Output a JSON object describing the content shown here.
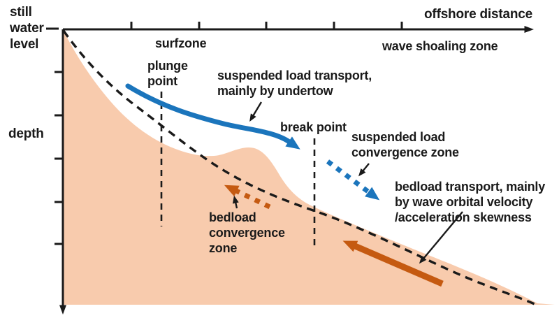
{
  "colors": {
    "sand": "#F8CBAD",
    "blue": "#1B75BC",
    "orange": "#C55A11",
    "ink": "#1A1A1A"
  },
  "axis": {
    "x_label": "offshore distance",
    "y_axis_top_label": "still\nwater\nlevel",
    "y_label": "depth"
  },
  "zones": {
    "surfzone": "surfzone",
    "shoaling": "wave shoaling zone"
  },
  "points": {
    "plunge": "plunge\npoint",
    "break_point": "break point"
  },
  "annotations": {
    "suspended_transport": "suspended load transport,\nmainly by undertow",
    "suspended_convergence": "suspended load\nconvergence zone",
    "bedload_transport": "bedload transport, mainly\nby wave orbital velocity\n/acceleration skewness",
    "bedload_convergence": "bedload\nconvergence\nzone"
  }
}
